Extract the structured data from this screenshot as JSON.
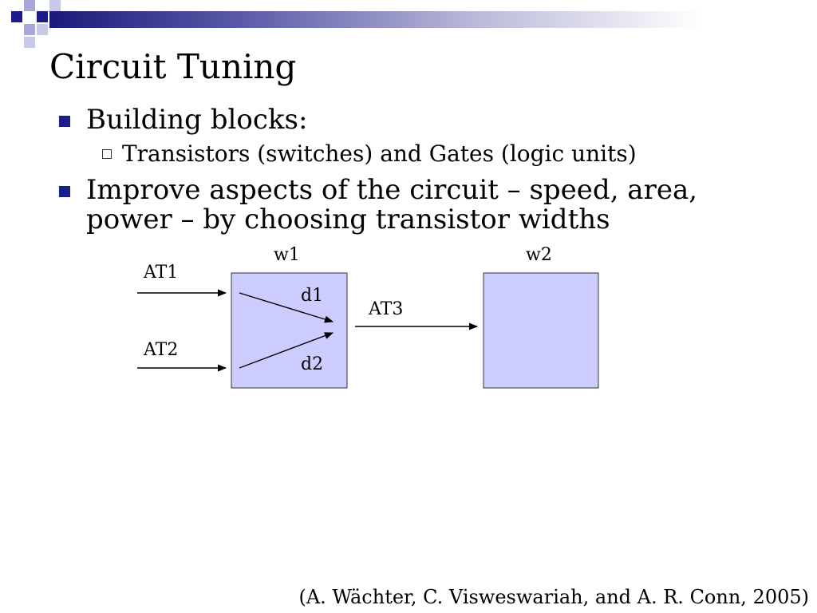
{
  "slide": {
    "title": "Circuit Tuning",
    "bullets": [
      {
        "text": "Building blocks:",
        "sub": [
          "Transistors (switches) and Gates (logic units)"
        ]
      },
      {
        "text_lines": [
          "Improve aspects of the circuit – speed, area,",
          "power – by choosing transistor widths"
        ]
      }
    ],
    "citation": "(A. Wächter, C. Visweswariah, and A. R. Conn, 2005)"
  },
  "diagram": {
    "gate1_width_label": "w1",
    "gate2_width_label": "w2",
    "input1_label": "AT1",
    "input2_label": "AT2",
    "output_label": "AT3",
    "delay1_label": "d1",
    "delay2_label": "d2"
  },
  "colors": {
    "gate_fill": "#ccccff",
    "bullet": "#1c1c8a",
    "band_dark": "#1a1a7a"
  }
}
